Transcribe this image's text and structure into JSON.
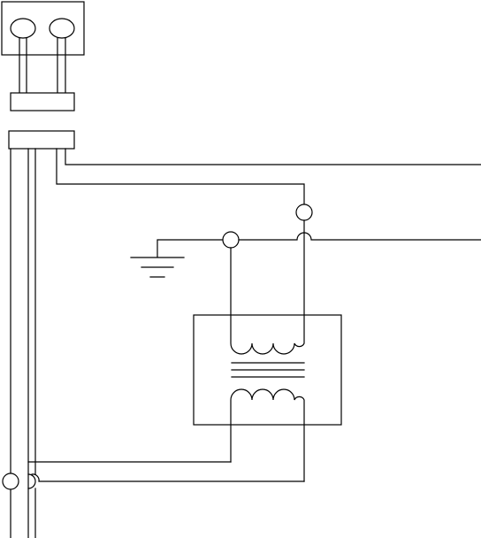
{
  "colors": {
    "line": "#000000",
    "background": "#ffffff"
  },
  "components": {
    "indicator_lamps": 2,
    "terminal_blocks": 2,
    "ground_symbols": 1,
    "transformers": 1,
    "transformer_primary_loops": 3,
    "transformer_secondary_loops": 3,
    "transformer_core_lines": 3,
    "connection_points": 3,
    "wire_crossovers": 2
  }
}
